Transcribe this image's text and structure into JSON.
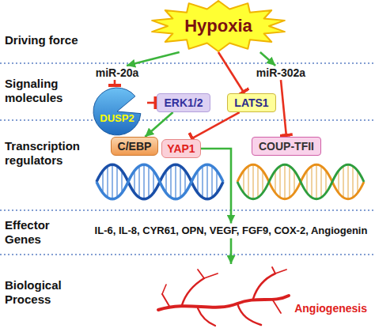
{
  "diagram": {
    "nodes": [
      {
        "text": [
          "Hypoxia"
        ]
      },
      {
        "text": [
          "miR-20a"
        ]
      },
      {
        "text": [
          "DUSP2"
        ]
      },
      {
        "text": [
          "ERK1/2"
        ]
      },
      {
        "text": [
          "LATS1"
        ]
      },
      {
        "text": [
          "miR-302a"
        ]
      },
      {
        "text": [
          "C/EBP"
        ]
      },
      {
        "text": [
          "YAP1"
        ]
      },
      {
        "text": [
          "COUP-TFII"
        ]
      },
      {
        "text": [
          "IL-6, IL-8, CYR61, OPN, VEGF, FGF9, COX-2, Angiogenin"
        ]
      },
      {
        "text": [
          "Angiogenesis"
        ]
      }
    ],
    "edges": [
      {
        "from": 0,
        "to": 1,
        "arrow": "to"
      },
      {
        "from": 0,
        "to": 4,
        "arrow": "to"
      },
      {
        "from": 0,
        "to": 5,
        "arrow": "to"
      },
      {
        "from": 1,
        "to": 2,
        "arrow": "to"
      },
      {
        "from": 2,
        "to": 3,
        "arrow": "to"
      },
      {
        "from": 3,
        "to": 6,
        "arrow": "to"
      },
      {
        "from": 4,
        "to": 7,
        "arrow": "to"
      },
      {
        "from": 5,
        "to": 8,
        "arrow": "to"
      },
      {
        "from": 7,
        "to": 9,
        "arrow": "to"
      },
      {
        "from": 9,
        "to": 10,
        "arrow": "to"
      }
    ],
    "labels": [
      "Driving force",
      "Signaling molecules",
      "Transcription regulators",
      "Effector Genes",
      "Biological Process"
    ]
  }
}
